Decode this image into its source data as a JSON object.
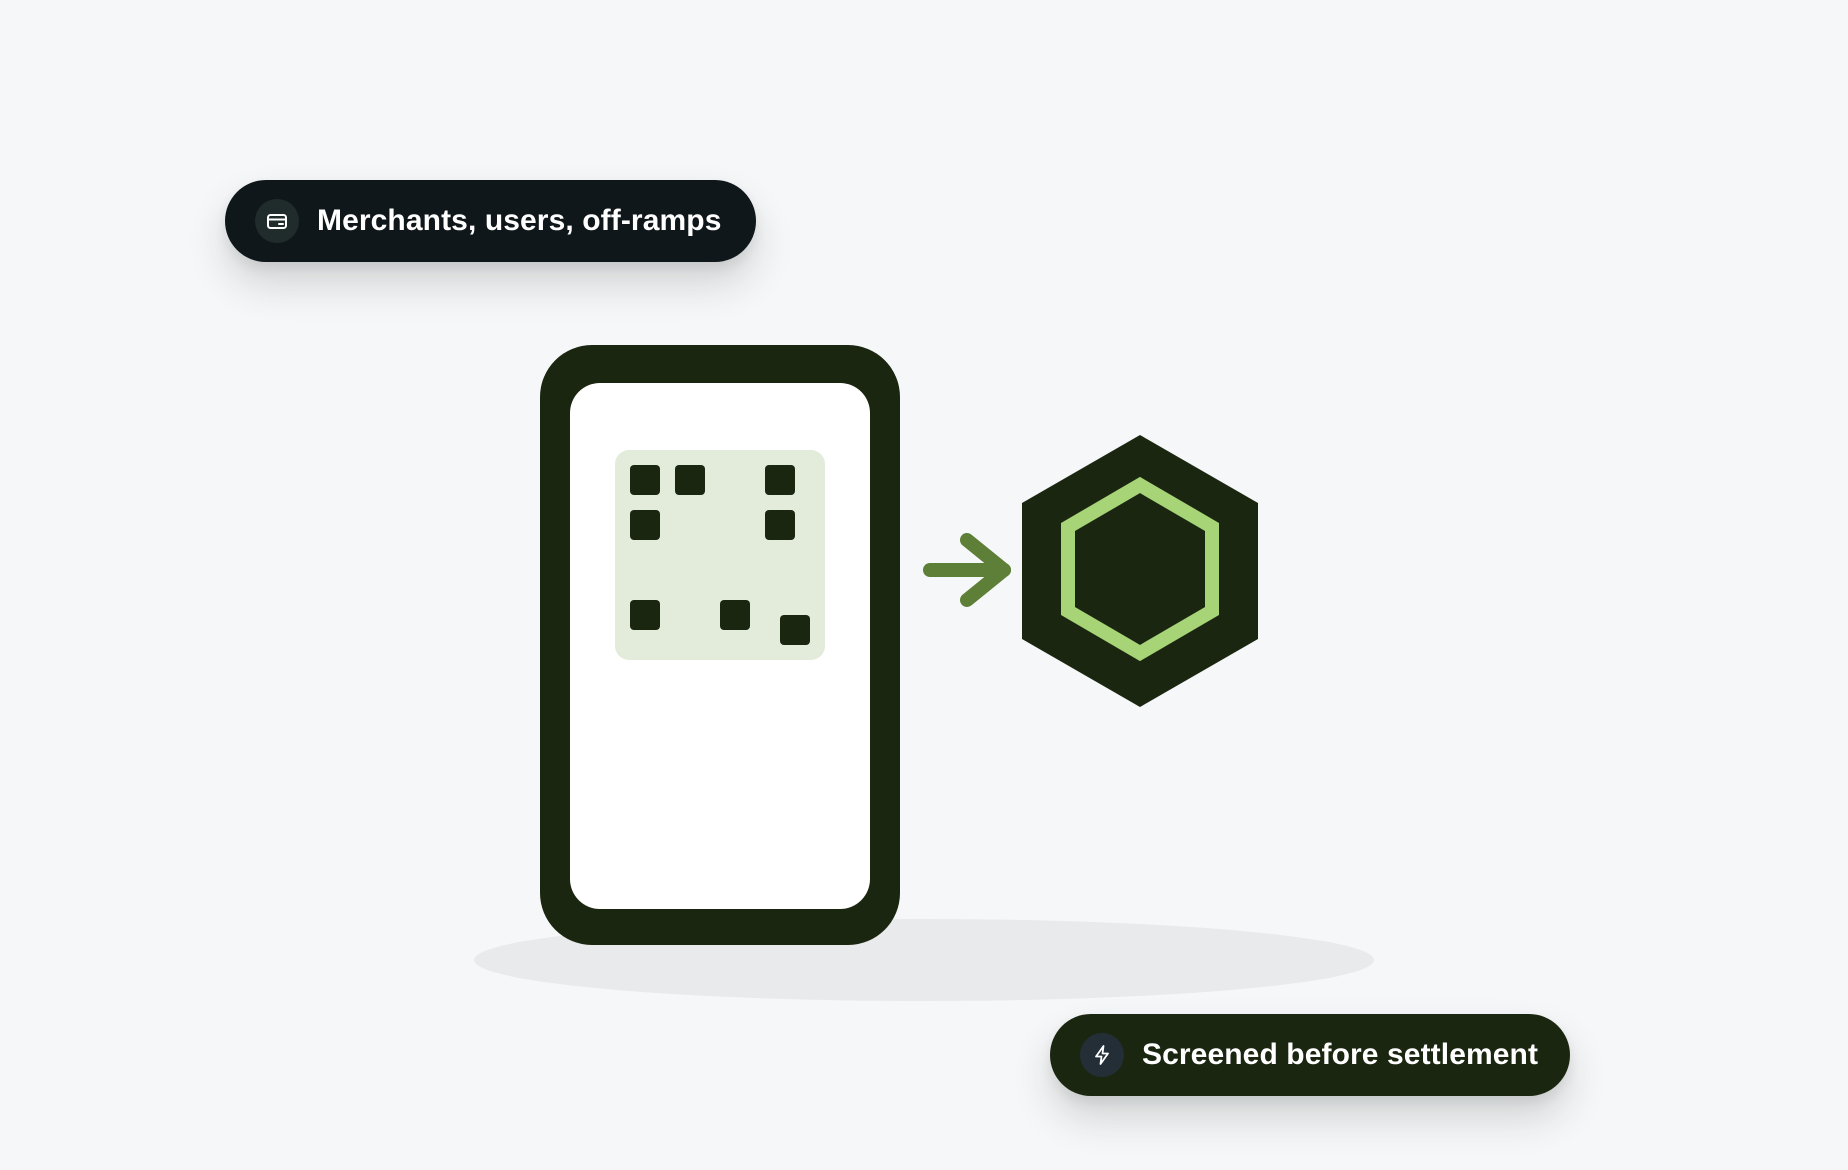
{
  "badges": {
    "top": {
      "label": "Merchants, users, off-ramps",
      "icon": "wallet-icon"
    },
    "bottom": {
      "label": "Screened before settlement",
      "icon": "lightning-bolt-icon"
    }
  },
  "illustration": {
    "device": "phone-with-qr-code",
    "connector": "arrow-right-icon",
    "target": "hexagon-node-icon"
  },
  "colors": {
    "background": "#f6f7f9",
    "dark_green": "#1b2611",
    "qr_panel": "#e3ebdb",
    "arrow": "#5e7f37",
    "hexagon_ring": "#a6d477",
    "top_pill": "#10171a",
    "bottom_pill": "#1b2611",
    "shadow": "#e9eaec"
  }
}
